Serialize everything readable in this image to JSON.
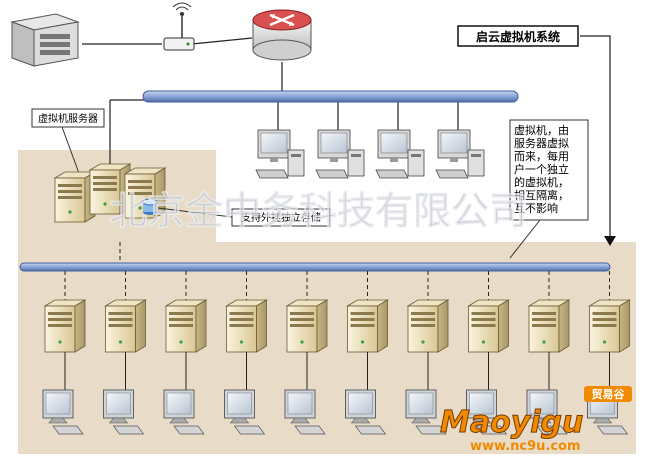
{
  "title": "启云虚拟机系统",
  "server_label": "虚拟机服务器",
  "storage_label": "支持外挂独立存储",
  "vm_note": "虚拟机，由\n服务器虚拟\n而来，每用\n户一个独立\n的虚拟机，\n相互隔离，\n互不影响",
  "watermark_text": "北京金中务科技有限公司",
  "logo_text": "Maoyigu",
  "logo_badge": "贸易谷",
  "logo_url": "www.nc9u.com",
  "colors": {
    "backbone": "#8aa4d6",
    "backbone_dark": "#3f5f9f",
    "zone": "#e8dcc9",
    "watermark": "#aeb5c0",
    "router": "#e04a4a",
    "logo": "#f08a00"
  },
  "counts": {
    "top_workstations": 4,
    "vm_servers": 3,
    "bottom_servers": 10,
    "bottom_monitors": 10
  }
}
